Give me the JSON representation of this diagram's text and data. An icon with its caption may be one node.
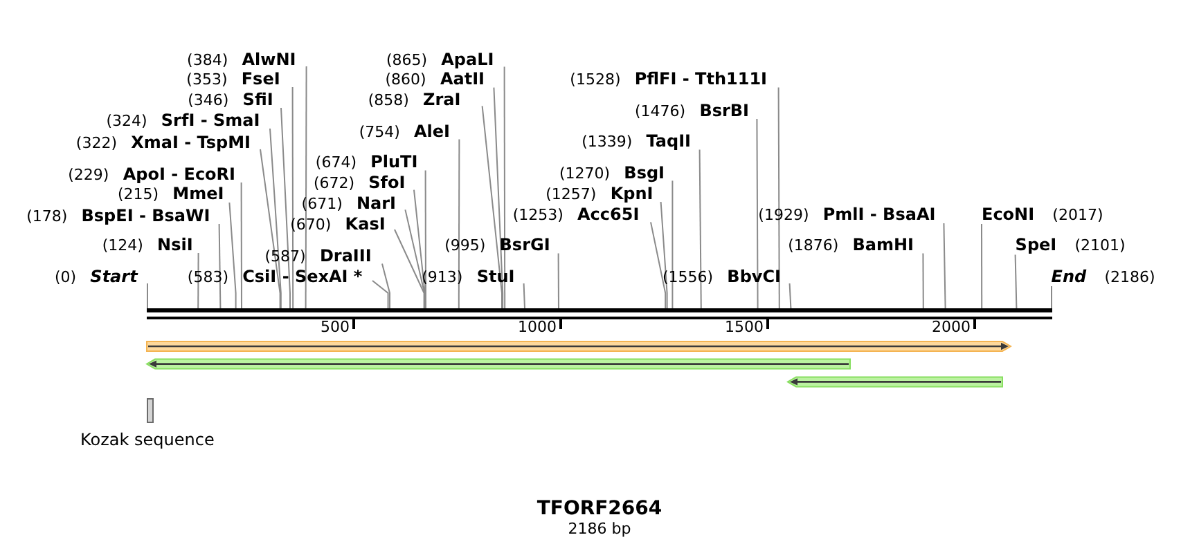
{
  "diagram": {
    "title": "TFORF2664",
    "caption": "2186 bp",
    "nodes": [
      {
        "text": [
          "(384)",
          "AlwNI"
        ]
      },
      {
        "text": [
          "(865)",
          "ApaLI"
        ]
      },
      {
        "text": [
          "(353)",
          "FseI"
        ]
      },
      {
        "text": [
          "(860)",
          "AatII"
        ]
      },
      {
        "text": [
          "(1528)",
          "PflFI - Tth111I"
        ]
      },
      {
        "text": [
          "(346)",
          "SfiI"
        ]
      },
      {
        "text": [
          "(858)",
          "ZraI"
        ]
      },
      {
        "text": [
          "(1476)",
          "BsrBI"
        ]
      },
      {
        "text": [
          "(324)",
          "SrfI - SmaI"
        ]
      },
      {
        "text": [
          "(754)",
          "AleI"
        ]
      },
      {
        "text": [
          "(322)",
          "XmaI - TspMI"
        ]
      },
      {
        "text": [
          "(1339)",
          "TaqII"
        ]
      },
      {
        "text": [
          "(674)",
          "PluTI"
        ]
      },
      {
        "text": [
          "(229)",
          "ApoI - EcoRI"
        ]
      },
      {
        "text": [
          "(1270)",
          "BsgI"
        ]
      },
      {
        "text": [
          "(672)",
          "SfoI"
        ]
      },
      {
        "text": [
          "(215)",
          "MmeI"
        ]
      },
      {
        "text": [
          "(1257)",
          "KpnI"
        ]
      },
      {
        "text": [
          "(671)",
          "NarI"
        ]
      },
      {
        "text": [
          "(178)",
          "BspEI - BsaWI"
        ]
      },
      {
        "text": [
          "(1253)",
          "Acc65I"
        ]
      },
      {
        "text": [
          "(1929)",
          "PmlI - BsaAI"
        ]
      },
      {
        "text": [
          "EcoNI",
          "(2017)"
        ]
      },
      {
        "text": [
          "(670)",
          "KasI"
        ]
      },
      {
        "text": [
          "(124)",
          "NsiI"
        ]
      },
      {
        "text": [
          "(995)",
          "BsrGI"
        ]
      },
      {
        "text": [
          "(1876)",
          "BamHI"
        ]
      },
      {
        "text": [
          "SpeI",
          "(2101)"
        ]
      },
      {
        "text": [
          "(587)",
          "DraIII"
        ]
      },
      {
        "text": [
          "(0)",
          "Start"
        ]
      },
      {
        "text": [
          "(583)",
          "CsiI - SexAI *"
        ]
      },
      {
        "text": [
          "(913)",
          "StuI"
        ]
      },
      {
        "text": [
          "(1556)",
          "BbvCI"
        ]
      },
      {
        "text": [
          "End",
          "(2186)"
        ]
      },
      {
        "text": [],
        "shape": "bar"
      },
      {
        "text": [
          "Kozak sequence"
        ]
      }
    ],
    "edges": [
      {
        "from": 0,
        "to": 34,
        "arrow": "none"
      },
      {
        "from": 1,
        "to": 34,
        "arrow": "none"
      },
      {
        "from": 2,
        "to": 34,
        "arrow": "none"
      },
      {
        "from": 3,
        "to": 34,
        "arrow": "none"
      },
      {
        "from": 4,
        "to": 34,
        "arrow": "none"
      },
      {
        "from": 5,
        "to": 34,
        "arrow": "none"
      },
      {
        "from": 6,
        "to": 34,
        "arrow": "none"
      },
      {
        "from": 7,
        "to": 34,
        "arrow": "none"
      },
      {
        "from": 8,
        "to": 34,
        "arrow": "none"
      },
      {
        "from": 9,
        "to": 34,
        "arrow": "none"
      },
      {
        "from": 10,
        "to": 34,
        "arrow": "none"
      },
      {
        "from": 11,
        "to": 34,
        "arrow": "none"
      },
      {
        "from": 12,
        "to": 34,
        "arrow": "none"
      },
      {
        "from": 13,
        "to": 34,
        "arrow": "none"
      },
      {
        "from": 14,
        "to": 34,
        "arrow": "none"
      },
      {
        "from": 15,
        "to": 34,
        "arrow": "none"
      },
      {
        "from": 16,
        "to": 34,
        "arrow": "none"
      },
      {
        "from": 17,
        "to": 34,
        "arrow": "none"
      },
      {
        "from": 18,
        "to": 34,
        "arrow": "none"
      },
      {
        "from": 19,
        "to": 34,
        "arrow": "none"
      },
      {
        "from": 20,
        "to": 34,
        "arrow": "none"
      },
      {
        "from": 21,
        "to": 34,
        "arrow": "none"
      },
      {
        "from": 22,
        "to": 34,
        "arrow": "none"
      },
      {
        "from": 23,
        "to": 34,
        "arrow": "none"
      },
      {
        "from": 24,
        "to": 34,
        "arrow": "none"
      },
      {
        "from": 25,
        "to": 34,
        "arrow": "none"
      },
      {
        "from": 26,
        "to": 34,
        "arrow": "none"
      },
      {
        "from": 27,
        "to": 34,
        "arrow": "none"
      },
      {
        "from": 28,
        "to": 34,
        "arrow": "none"
      },
      {
        "from": 29,
        "to": 34,
        "arrow": "none"
      },
      {
        "from": 30,
        "to": 34,
        "arrow": "none"
      },
      {
        "from": 31,
        "to": 34,
        "arrow": "none"
      },
      {
        "from": 32,
        "to": 34,
        "arrow": "none"
      },
      {
        "from": 33,
        "to": 34,
        "arrow": "none"
      }
    ],
    "labels": [
      "500",
      "1000",
      "1500",
      "2000"
    ]
  }
}
